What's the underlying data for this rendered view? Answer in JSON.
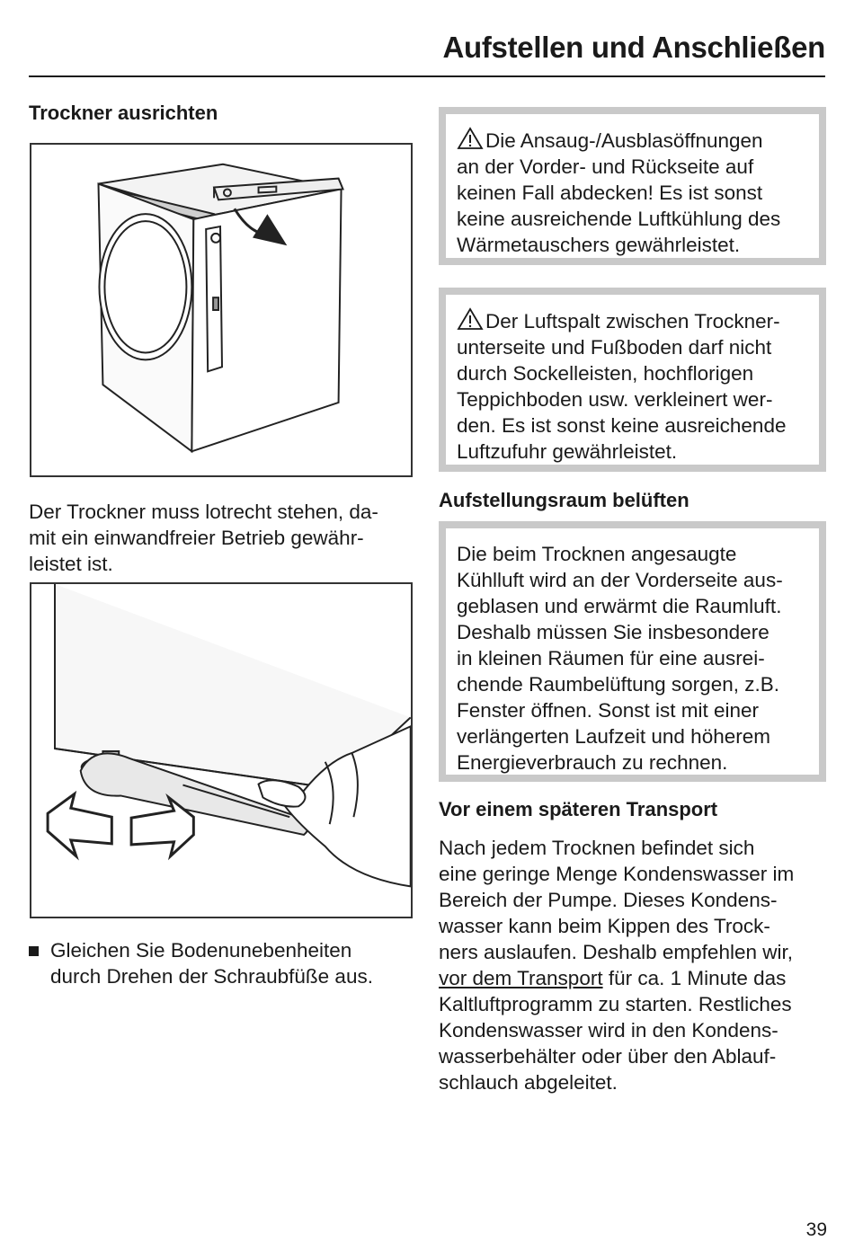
{
  "header": {
    "title": "Aufstellen und Anschließen"
  },
  "left": {
    "heading": "Trockner ausrichten",
    "paragraph_lines": [
      "Der Trockner muss lotrecht stehen, da-",
      "mit ein einwandfreier Betrieb gewähr-",
      "leistet ist."
    ],
    "bullet_lines": [
      "Gleichen Sie Bodenunebenheiten",
      "durch Drehen der Schraubfüße aus."
    ]
  },
  "right": {
    "warning1_lines": [
      "Die Ansaug-/Ausblasöffnungen",
      "an der Vorder- und Rückseite auf",
      "keinen Fall abdecken! Es ist sonst",
      "keine ausreichende Luftkühlung des",
      "Wärmetauschers gewährleistet."
    ],
    "warning2_lines": [
      "Der Luftspalt zwischen Trockner-",
      "unterseite und Fußboden darf nicht",
      "durch Sockelleisten, hochflorigen",
      "Teppichboden usw. verkleinert wer-",
      "den. Es ist sonst keine ausreichende",
      "Luftzufuhr gewährleistet."
    ],
    "section1_heading": "Aufstellungsraum belüften",
    "info_lines": [
      "Die beim Trocknen angesaugte",
      "Kühlluft wird an der Vorderseite aus-",
      "geblasen und erwärmt die Raumluft.",
      "Deshalb müssen Sie insbesondere",
      "in kleinen Räumen für eine ausrei-",
      "chende Raumbelüftung sorgen, z.B.",
      "Fenster öffnen. Sonst ist mit einer",
      "verlängerten Laufzeit und höherem",
      "Energieverbrauch zu rechnen."
    ],
    "section2_heading": "Vor einem späteren Transport",
    "transport": {
      "line1": "Nach jedem Trocknen befindet sich",
      "line2": "eine geringe Menge Kondenswasser im",
      "line3": "Bereich der Pumpe. Dieses Kondens-",
      "line4": "wasser kann beim Kippen des Trock-",
      "line5": "ners auslaufen. Deshalb empfehlen wir,",
      "line6_link": "vor dem Transport",
      "line6_rest": " für ca. 1 Minute das",
      "line7": "Kaltluftprogramm zu starten. Restliches",
      "line8": "Kondenswasser wird in den Kondens-",
      "line9": "wasserbehälter oder über den Ablauf-",
      "line10": "schlauch abgeleitet."
    }
  },
  "footer": {
    "page_number": "39"
  }
}
